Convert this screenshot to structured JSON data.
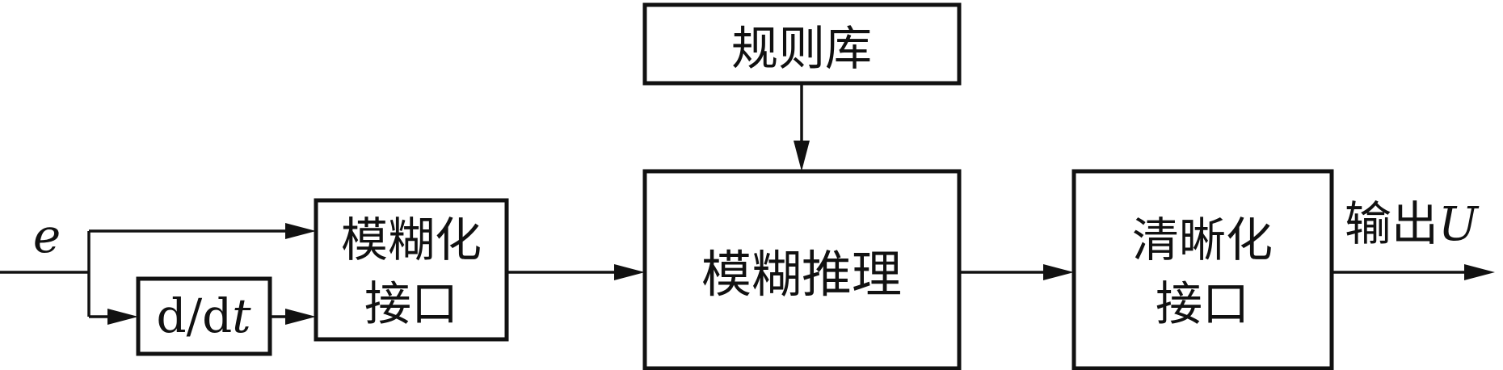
{
  "blocks": {
    "rule_base": "规则库",
    "fuzzy_inference": "模糊推理",
    "fuzzification_line1": "模糊化",
    "fuzzification_line2": "接口",
    "defuzzification_line1": "清晰化",
    "defuzzification_line2": "接口",
    "derivative_d1": "d/d",
    "derivative_t": "t"
  },
  "signals": {
    "input": "e",
    "output_text": "输出",
    "output_symbol": "U"
  }
}
